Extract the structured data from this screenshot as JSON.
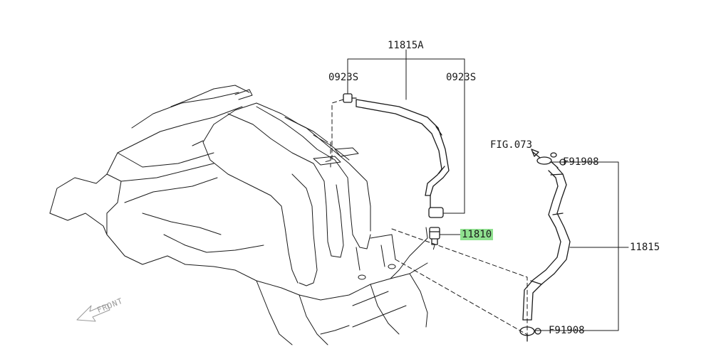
{
  "callouts": {
    "hose_assembly": "11815A",
    "clip_left": "0923S",
    "clip_right": "0923S",
    "pcv_valve": "11810",
    "hose_right": "11815",
    "figure_ref": "FIG.073",
    "clamp_top": "F91908",
    "clamp_bottom": "F91908"
  },
  "orientation": {
    "front_label": "FRONT"
  },
  "colors": {
    "line": "#1a1a1a",
    "highlight": "#8fe08f",
    "front_text": "#9a9a9a"
  }
}
